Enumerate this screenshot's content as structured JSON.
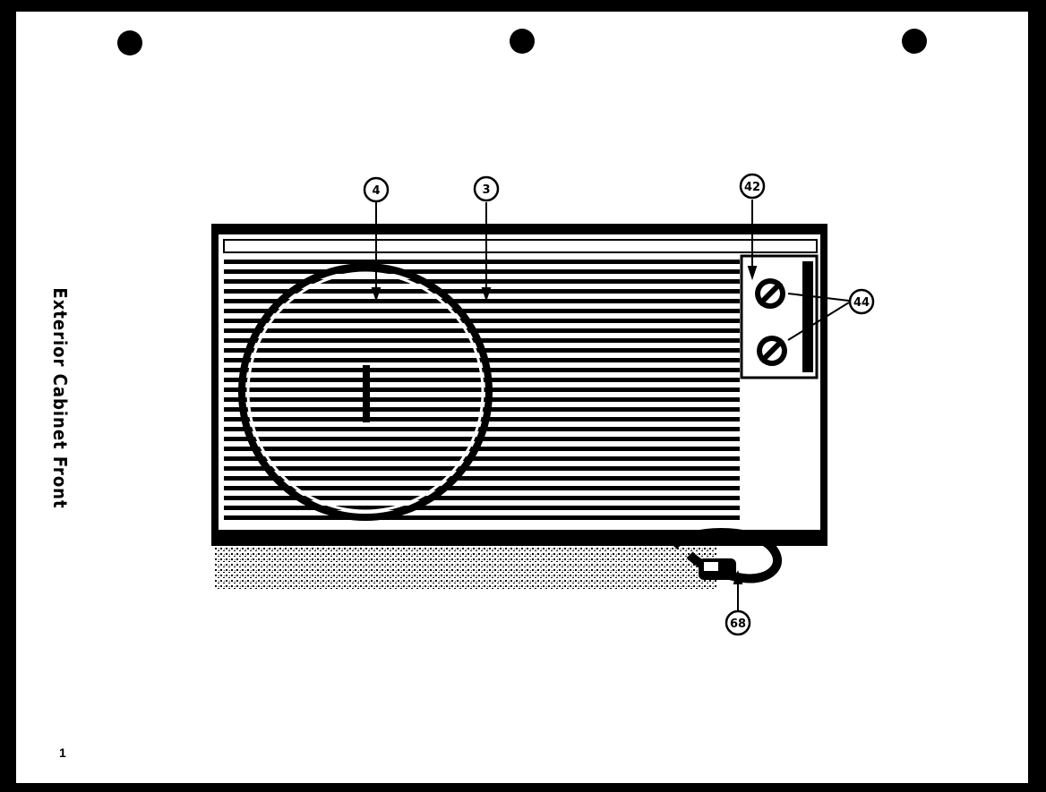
{
  "title": "Exterior Cabinet Front",
  "page_mark": "1",
  "callouts": [
    {
      "id": "callout-4",
      "label": "4"
    },
    {
      "id": "callout-3",
      "label": "3"
    },
    {
      "id": "callout-42",
      "label": "42"
    },
    {
      "id": "callout-44",
      "label": "44"
    },
    {
      "id": "callout-68",
      "label": "68"
    }
  ]
}
